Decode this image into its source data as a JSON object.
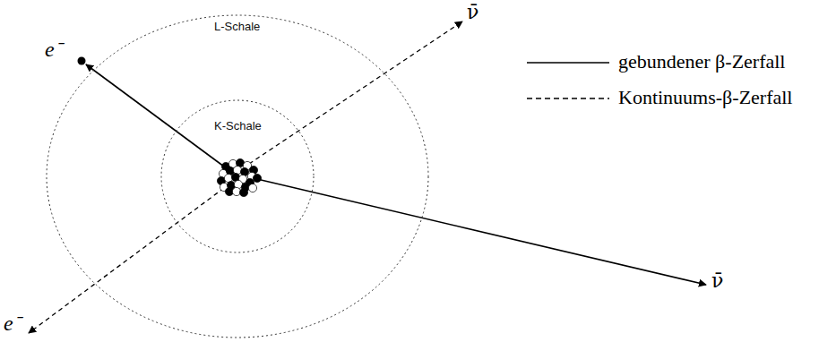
{
  "diagram": {
    "nodes": [
      {
        "text": [
          "L-Schale"
        ]
      },
      {
        "text": [
          "K-Schale"
        ],
        "in": 0
      }
    ],
    "labels": [
      "e⁻",
      "ν̄",
      "ν̄",
      "e⁻"
    ],
    "legend": [
      {
        "text": "gebundener β-Zerfall"
      },
      {
        "text": "Kontinuums-β-Zerfall"
      }
    ]
  }
}
